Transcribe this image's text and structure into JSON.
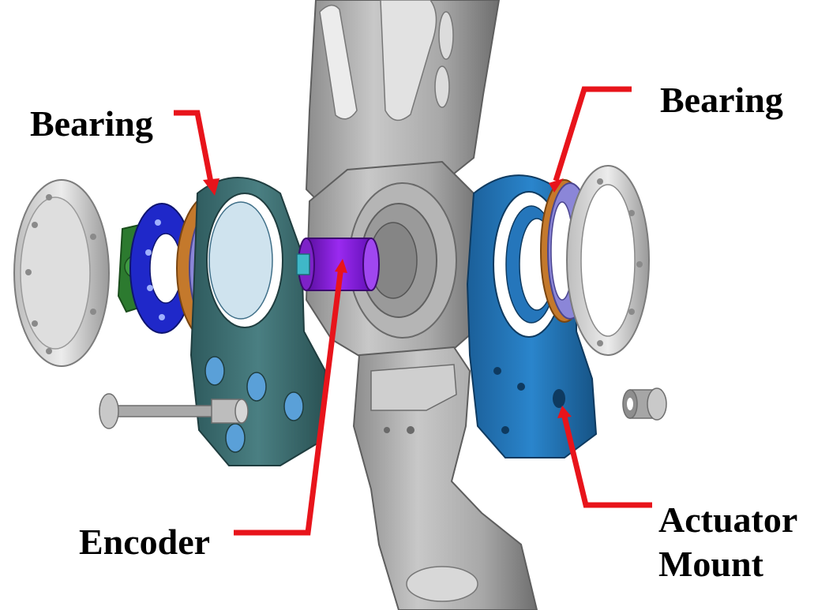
{
  "labels": {
    "bearing_left": "Bearing",
    "bearing_right": "Bearing",
    "encoder": "Encoder",
    "actuator_mount_line1": "Actuator",
    "actuator_mount_line2": "Mount"
  },
  "colors": {
    "background": "#ffffff",
    "callout_line": "#e8141b",
    "frame_grey": "#a9a9a9",
    "frame_grey_light": "#cfcfcf",
    "frame_grey_dark": "#7c7c7c",
    "mount_teal": "#3d6f72",
    "mount_blue": "#1f74b8",
    "bearing_orange": "#c4792c",
    "bearing_lavender": "#8b86d8",
    "encoder_purple": "#8a18e0",
    "encoder_disc_blue": "#1f28c9",
    "encoder_board_green": "#2c7a2f",
    "cap_grey": "#e4e4e4"
  },
  "icons": [
    "frame-part",
    "end-cap-part",
    "bolt-part",
    "bushing-part",
    "encoder-shaft-part"
  ]
}
